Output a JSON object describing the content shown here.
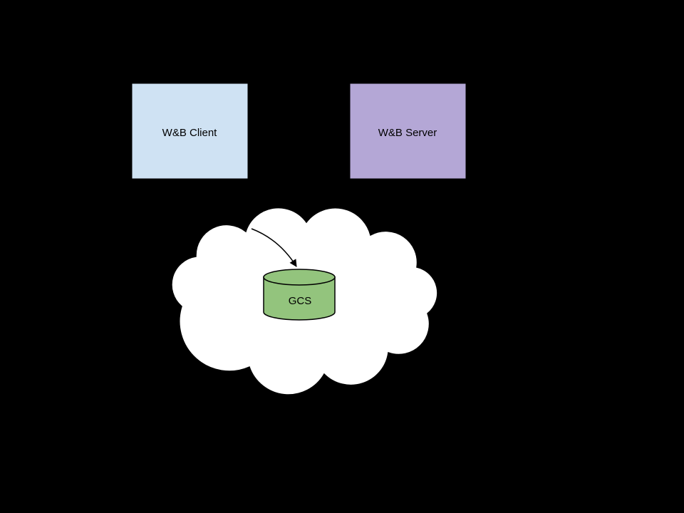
{
  "diagram": {
    "background": "#000000",
    "nodes": {
      "client": {
        "label": "W&B Client",
        "fill": "#cfe2f3"
      },
      "server": {
        "label": "W&B Server",
        "fill": "#b4a7d6"
      },
      "gcs": {
        "label": "GCS",
        "fill": "#93c47d"
      }
    },
    "cloud": {
      "name": "cloud",
      "fill": "#ffffff",
      "stroke": "#000000"
    },
    "connector": {
      "color": "#000000"
    }
  }
}
